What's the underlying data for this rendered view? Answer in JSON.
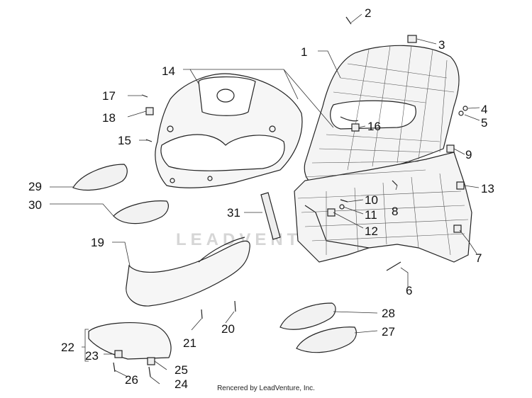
{
  "watermark": "LEADVENTURE",
  "footer": "Rencered by LeadVenture, Inc.",
  "callouts": {
    "c1": "1",
    "c2": "2",
    "c3": "3",
    "c4": "4",
    "c5": "5",
    "c6": "6",
    "c7": "7",
    "c8": "8",
    "c9": "9",
    "c10": "10",
    "c11": "11",
    "c12": "12",
    "c13": "13",
    "c14": "14",
    "c15": "15",
    "c16": "16",
    "c17": "17",
    "c18": "18",
    "c19": "19",
    "c20": "20",
    "c21": "21",
    "c22": "22",
    "c23": "23",
    "c24": "24",
    "c25": "25",
    "c26": "26",
    "c27": "27",
    "c28": "28",
    "c29": "29",
    "c30": "30",
    "c31": "31"
  }
}
